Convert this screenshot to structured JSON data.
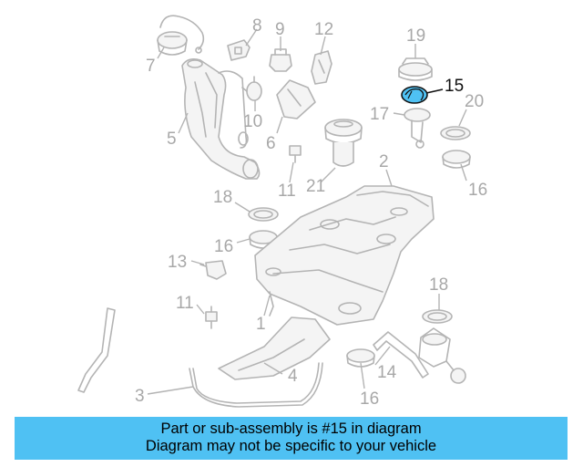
{
  "diagram": {
    "highlight_color": "#4fc1f3",
    "callouts": [
      {
        "id": "c1",
        "text": "1"
      },
      {
        "id": "c2",
        "text": "2"
      },
      {
        "id": "c3",
        "text": "3"
      },
      {
        "id": "c4",
        "text": "4"
      },
      {
        "id": "c5",
        "text": "5"
      },
      {
        "id": "c6",
        "text": "6"
      },
      {
        "id": "c7",
        "text": "7"
      },
      {
        "id": "c8",
        "text": "8"
      },
      {
        "id": "c9",
        "text": "9"
      },
      {
        "id": "c10",
        "text": "10"
      },
      {
        "id": "c11a",
        "text": "11"
      },
      {
        "id": "c11b",
        "text": "11"
      },
      {
        "id": "c12",
        "text": "12"
      },
      {
        "id": "c13",
        "text": "13"
      },
      {
        "id": "c14",
        "text": "14"
      },
      {
        "id": "c15",
        "text": "15"
      },
      {
        "id": "c16a",
        "text": "16"
      },
      {
        "id": "c16b",
        "text": "16"
      },
      {
        "id": "c16c",
        "text": "16"
      },
      {
        "id": "c17",
        "text": "17"
      },
      {
        "id": "c18a",
        "text": "18"
      },
      {
        "id": "c18b",
        "text": "18"
      },
      {
        "id": "c19",
        "text": "19"
      },
      {
        "id": "c20",
        "text": "20"
      },
      {
        "id": "c21",
        "text": "21"
      }
    ]
  },
  "banner": {
    "line1": "Part or sub-assembly is #15 in diagram",
    "line2": "Diagram may not be specific to your vehicle",
    "color": "#4fc1f3"
  }
}
